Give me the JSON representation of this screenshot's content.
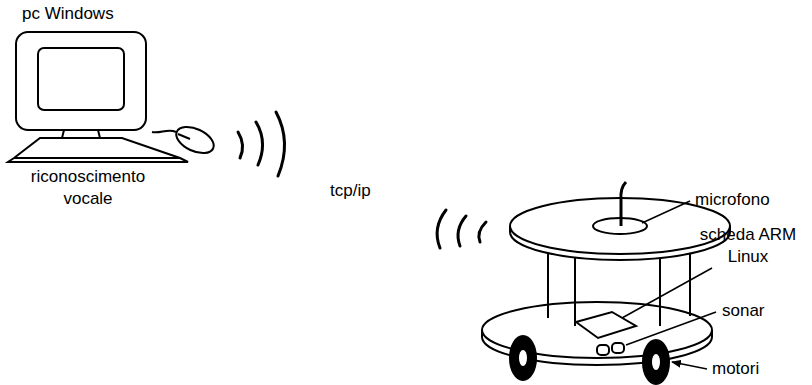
{
  "diagram": {
    "labels": [
      "pc Windows",
      "riconoscimento vocale",
      "tcp/ip",
      "microfono",
      "scheda ARM Linux",
      "sonar",
      "motori"
    ]
  }
}
